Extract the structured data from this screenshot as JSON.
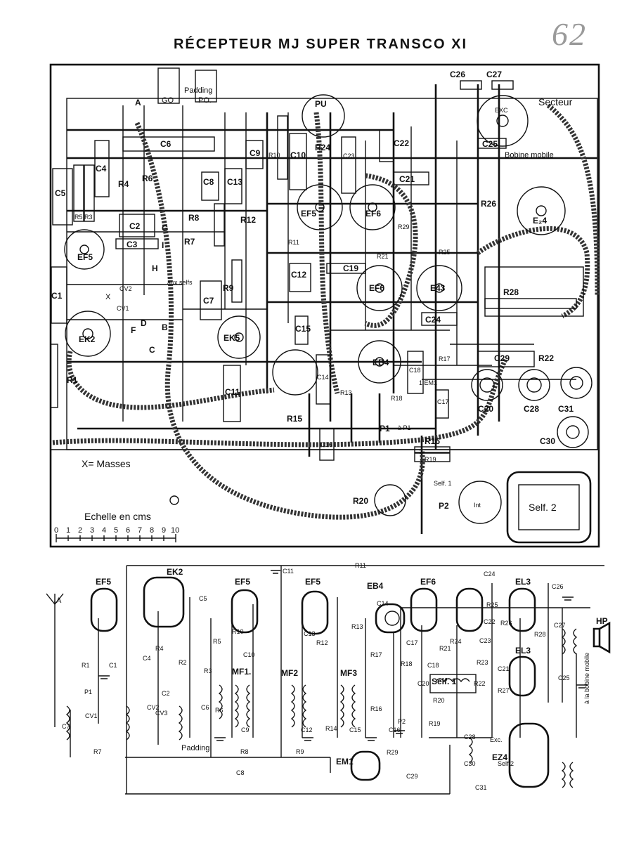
{
  "page": {
    "title": "RÉCEPTEUR MJ SUPER TRANSCO XI",
    "number": "62"
  },
  "layout_diagram": {
    "legend": "X= Masses",
    "scale_label": "Echelle en cms",
    "scale_ticks": [
      "0",
      "1",
      "2",
      "3",
      "4",
      "5",
      "6",
      "7",
      "8",
      "9",
      "10"
    ],
    "top_labels": {
      "padding": "Padding",
      "go": "GO",
      "po": "PO.",
      "pu": "PU",
      "secteur": "Secteur",
      "bobine_mobile": "Bobine mobile",
      "exc": "EXC",
      "aux_selfs": "aux selfs"
    },
    "tubes": [
      "EF5",
      "EK2",
      "EK5",
      "EF5",
      "EF6",
      "EF6",
      "E43",
      "EB4",
      "E₂4"
    ],
    "components": [
      "C1",
      "C2",
      "C3",
      "C4",
      "C5",
      "C6",
      "C7",
      "C8",
      "C9",
      "C10",
      "C11",
      "C12",
      "C13",
      "C14",
      "C15",
      "C16",
      "C17",
      "C18",
      "C19",
      "C20",
      "C21",
      "C22",
      "C23",
      "C24",
      "C25",
      "C26",
      "C27",
      "C28",
      "C29",
      "C30",
      "C31",
      "R1",
      "R3",
      "R4",
      "R5",
      "R6",
      "R7",
      "R8",
      "R9",
      "R10",
      "R11",
      "R12",
      "R13",
      "R15",
      "R16",
      "R17",
      "R18",
      "R19",
      "R20",
      "R21",
      "R22",
      "R24",
      "R25",
      "R26",
      "R28",
      "R29",
      "CV1",
      "CV2",
      "Self. 1",
      "Self. 2",
      "Int",
      "P1",
      "P2",
      "1 EM1",
      "à P1"
    ],
    "arrow_labels": [
      "A",
      "B",
      "C",
      "D",
      "F",
      "G",
      "H",
      "I",
      "X"
    ]
  },
  "schematic": {
    "tubes": [
      "EF5",
      "EK2",
      "EF5",
      "EF5",
      "EB4",
      "EF6",
      "EL3",
      "EL3",
      "EM1",
      "EZ4"
    ],
    "antenna": "A",
    "speaker": "HP",
    "labels": {
      "mf1": "MF1.",
      "mf2": "MF2",
      "mf3": "MF3",
      "padding": "Padding",
      "self1": "Self. 1",
      "self2": "Self 2",
      "exc": "Exc.",
      "bobine": "à la bobine mobile"
    },
    "components": [
      "C1",
      "C2",
      "C4",
      "C5",
      "C6",
      "C7",
      "C8",
      "C9",
      "C10",
      "C11",
      "C12",
      "C13",
      "C14",
      "C15",
      "C16",
      "C17",
      "C18",
      "C20",
      "C21",
      "C22",
      "C23",
      "C24",
      "C25",
      "C26",
      "C27",
      "C28",
      "C29",
      "C30",
      "C31",
      "R1",
      "R2",
      "R3",
      "R4",
      "R5",
      "R6",
      "R7",
      "R8",
      "R9",
      "R10",
      "R11",
      "R12",
      "R13",
      "R14",
      "R16",
      "R17",
      "R18",
      "R19",
      "R20",
      "R21",
      "R22",
      "R23",
      "R24",
      "R25",
      "R26",
      "R27",
      "R28",
      "R29",
      "CV1",
      "CV2",
      "CV3",
      "P1",
      "P2"
    ]
  }
}
